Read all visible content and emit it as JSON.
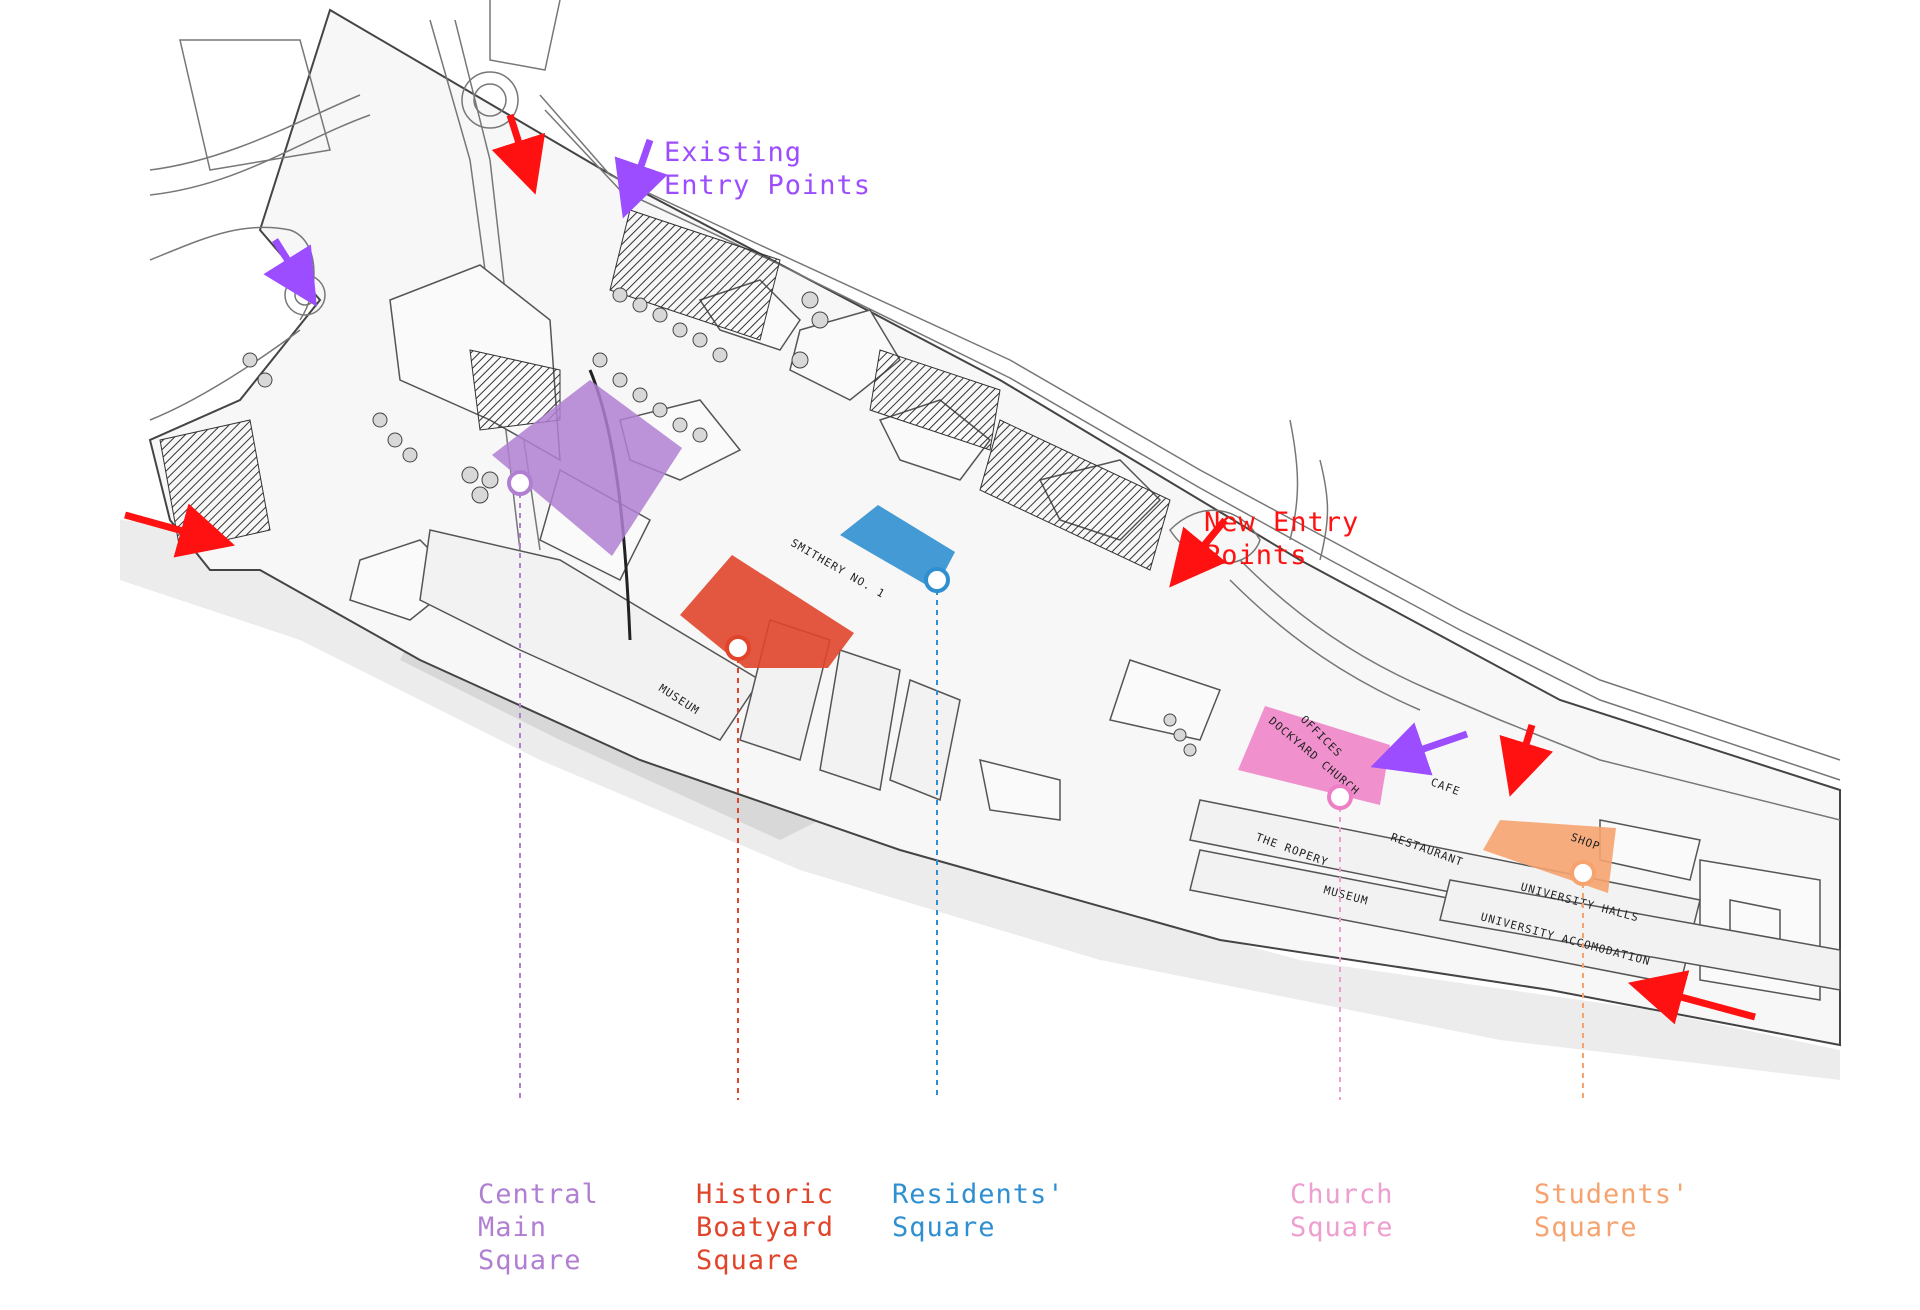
{
  "legend": {
    "existing_entry": {
      "lines": [
        "Existing",
        "Entry Points"
      ],
      "color": "#9b4dff"
    },
    "new_entry": {
      "lines": [
        "New Entry",
        "Points"
      ],
      "color": "#ff1111"
    }
  },
  "squares": [
    {
      "id": "central",
      "lines": [
        "Central",
        "Main",
        "Square"
      ],
      "color": "#b07fd2",
      "label_color": "#b07fd2"
    },
    {
      "id": "boatyard",
      "lines": [
        "Historic",
        "Boatyard",
        "Square"
      ],
      "color": "#e0442a",
      "label_color": "#e0442a"
    },
    {
      "id": "residents",
      "lines": [
        "Residents'",
        "Square"
      ],
      "color": "#2f8fd0",
      "label_color": "#2f8fd0"
    },
    {
      "id": "church",
      "lines": [
        "Church",
        "Square"
      ],
      "color": "#ee7fc6",
      "label_color": "#ee9ecf"
    },
    {
      "id": "students",
      "lines": [
        "Students'",
        "Square"
      ],
      "color": "#f6a36f",
      "label_color": "#f6a36f"
    }
  ],
  "map_labels": {
    "museum_left": "MUSEUM",
    "smithery": "SMITHERY NO. 1",
    "the_ropery": "THE ROPERY",
    "restaurant": "RESTAURANT",
    "shop": "SHOP",
    "museum_right": "MUSEUM",
    "university_halls": "UNIVERSITY HALLS",
    "university_accom": "UNIVERSITY ACCOMODATION",
    "cafe": "CAFE",
    "offices": "OFFICES",
    "dockyard_church": "DOCKYARD CHURCH"
  }
}
